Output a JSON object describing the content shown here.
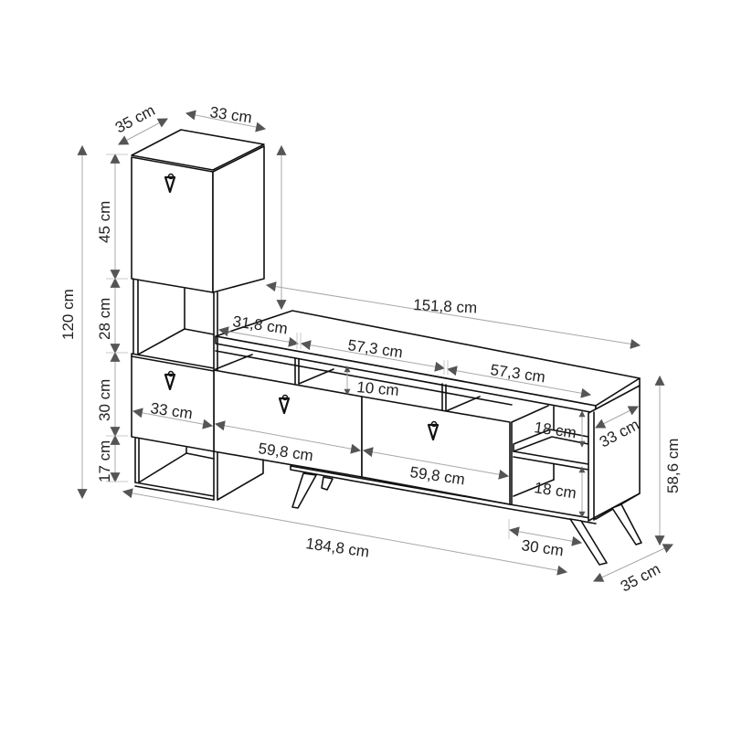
{
  "diagram": {
    "subject": "TV unit with tall cabinet - dimension drawing",
    "colors": {
      "line": "#111111",
      "dimension_line": "#a8a8a8",
      "arrow": "#555555",
      "text": "#222222",
      "background": "#ffffff"
    },
    "dimensions": {
      "tall_depth": "35 cm",
      "tall_width": "33 cm",
      "total_height": "120 cm",
      "upper_door_height": "45 cm",
      "open_shelf_height": "28 cm",
      "lower_door_height": "30 cm",
      "base_shelf_height": "17 cm",
      "left_door_width": "33 cm",
      "tv_length": "151,8 cm",
      "niche_left": "31,8 cm",
      "niche_mid": "57,3 cm",
      "niche_right": "57,3 cm",
      "niche_height": "10 cm",
      "drawer_width_1": "59,8 cm",
      "drawer_width_2": "59,8 cm",
      "side_shelf_top": "18 cm",
      "side_shelf_bottom": "18 cm",
      "side_depth": "33 cm",
      "unit_height": "58,6 cm",
      "total_width": "184,8 cm",
      "side_shelf_width": "30 cm",
      "unit_depth": "35 cm"
    }
  }
}
